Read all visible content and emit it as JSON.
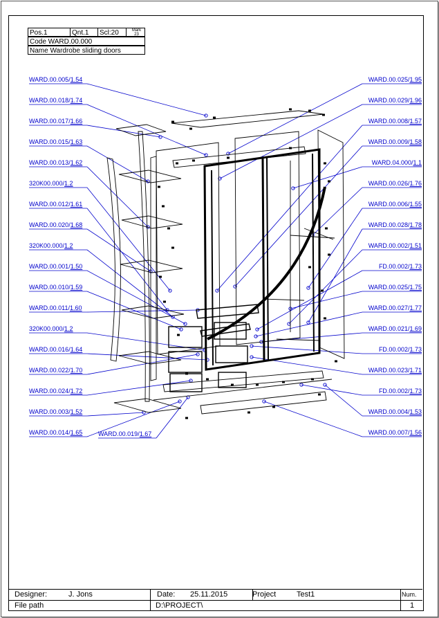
{
  "title_block": {
    "pos": "Pos.1",
    "qnt": "Qnt.1",
    "scale": "Scl:20",
    "mark_label": "Mark",
    "mark_value": "23",
    "code": "Code  WARD.00.000",
    "name": "Name Wardrobe sliding doors"
  },
  "callouts_left": [
    {
      "code": "WARD.00.005/",
      "num": "1.54"
    },
    {
      "code": "WARD.00.018/",
      "num": "1.74"
    },
    {
      "code": "WARD.00.017/",
      "num": "1.66"
    },
    {
      "code": "WARD.00.015/",
      "num": "1.63"
    },
    {
      "code": "WARD.00.013/",
      "num": "1.62"
    },
    {
      "code": "320K00.000/",
      "num": "1.2"
    },
    {
      "code": "WARD.00.012/",
      "num": "1.61"
    },
    {
      "code": "WARD.00.020/",
      "num": "1.68"
    },
    {
      "code": "320K00.000/",
      "num": "1.2"
    },
    {
      "code": "WARD.00.001/",
      "num": "1.50"
    },
    {
      "code": "WARD.00.010/",
      "num": "1.59"
    },
    {
      "code": "WARD.00.011/",
      "num": "1.60"
    },
    {
      "code": "320K00.000/",
      "num": "1.2"
    },
    {
      "code": "WARD.00.016/",
      "num": "1.64"
    },
    {
      "code": "WARD.00.022/",
      "num": "1.70"
    },
    {
      "code": "WARD.00.024/",
      "num": "1.72"
    },
    {
      "code": "WARD.00.003/",
      "num": "1.52"
    },
    {
      "code": "WARD.00.014/",
      "num": "1.65"
    }
  ],
  "callout_bottom_mid": {
    "code": "WARD.00.019/",
    "num": "1.67"
  },
  "callouts_right": [
    {
      "code": "WARD.00.025/",
      "num": "1.95"
    },
    {
      "code": "WARD.00.029/",
      "num": "1.96"
    },
    {
      "code": "WARD.00.008/",
      "num": "1.57"
    },
    {
      "code": "WARD.00.009/",
      "num": "1.58"
    },
    {
      "code": "WARD.04.000/",
      "num": "1.1"
    },
    {
      "code": "WARD.00.026/",
      "num": "1.76"
    },
    {
      "code": "WARD.00.006/",
      "num": "1.55"
    },
    {
      "code": "WARD.00.028/",
      "num": "1.78"
    },
    {
      "code": "WARD.00.002/",
      "num": "1.51"
    },
    {
      "code": "FD.00.002/",
      "num": "1.73"
    },
    {
      "code": "WARD.00.025/",
      "num": "1.75"
    },
    {
      "code": "WARD.00.027/",
      "num": "1.77"
    },
    {
      "code": "WARD.00.021/",
      "num": "1.69"
    },
    {
      "code": "FD.00.002/",
      "num": "1.73"
    },
    {
      "code": "WARD.00.023/",
      "num": "1.71"
    },
    {
      "code": "FD.00.002/",
      "num": "1.73"
    },
    {
      "code": "WARD.00.004/",
      "num": "1.53"
    },
    {
      "code": "WARD.00.007/",
      "num": "1.56"
    }
  ],
  "footer": {
    "designer_label": "Designer:",
    "designer": "J. Jons",
    "date_label": "Date:",
    "date": "25.11.2015",
    "project_label": "Project",
    "project": "Test1",
    "num_label": "Num.",
    "num": "1",
    "filepath_label": "File path",
    "filepath": "D:\\PROJECT\\"
  },
  "colors": {
    "callout": "#0000cc",
    "ink": "#000000"
  }
}
